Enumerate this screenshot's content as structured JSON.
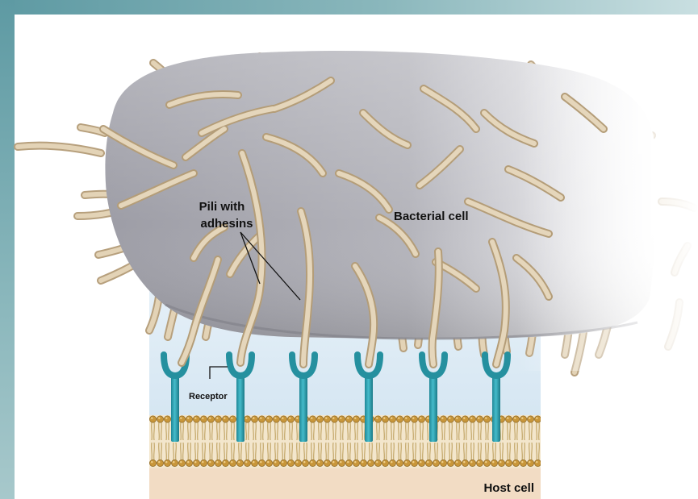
{
  "diagram": {
    "labels": {
      "pili_line1": "Pili with",
      "pili_line2": "adhesins",
      "bacterial_cell": "Bacterial cell",
      "receptor": "Receptor",
      "host_cell": "Host cell"
    },
    "colors": {
      "frame": "#6fa7ae",
      "bacterium": "#a9a9b0",
      "pilus": "#d8c6a8",
      "pilus_edge": "#b59f7c",
      "receptor": "#2fa3b3",
      "membrane_head": "#c99a3e",
      "host_interior": "#f2dcc4",
      "extracellular": "#dbe9f4"
    }
  }
}
